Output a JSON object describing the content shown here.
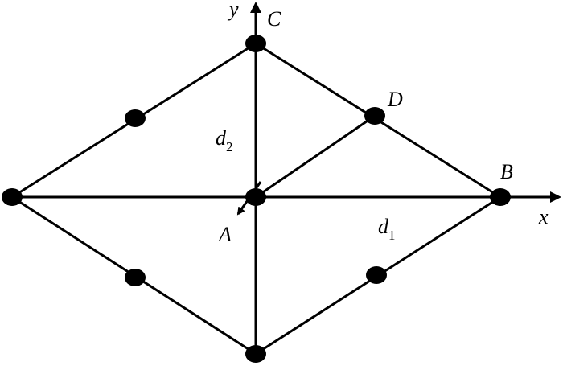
{
  "labels": {
    "y_axis": "y",
    "x_axis": "x",
    "point_a": "A",
    "point_b": "B",
    "point_c": "C",
    "point_d": "D",
    "d2_main": "d",
    "d2_sub": "2",
    "d1_main": "d",
    "d1_sub": "1"
  },
  "colors": {
    "stroke": "#000000",
    "background": "#ffffff"
  }
}
